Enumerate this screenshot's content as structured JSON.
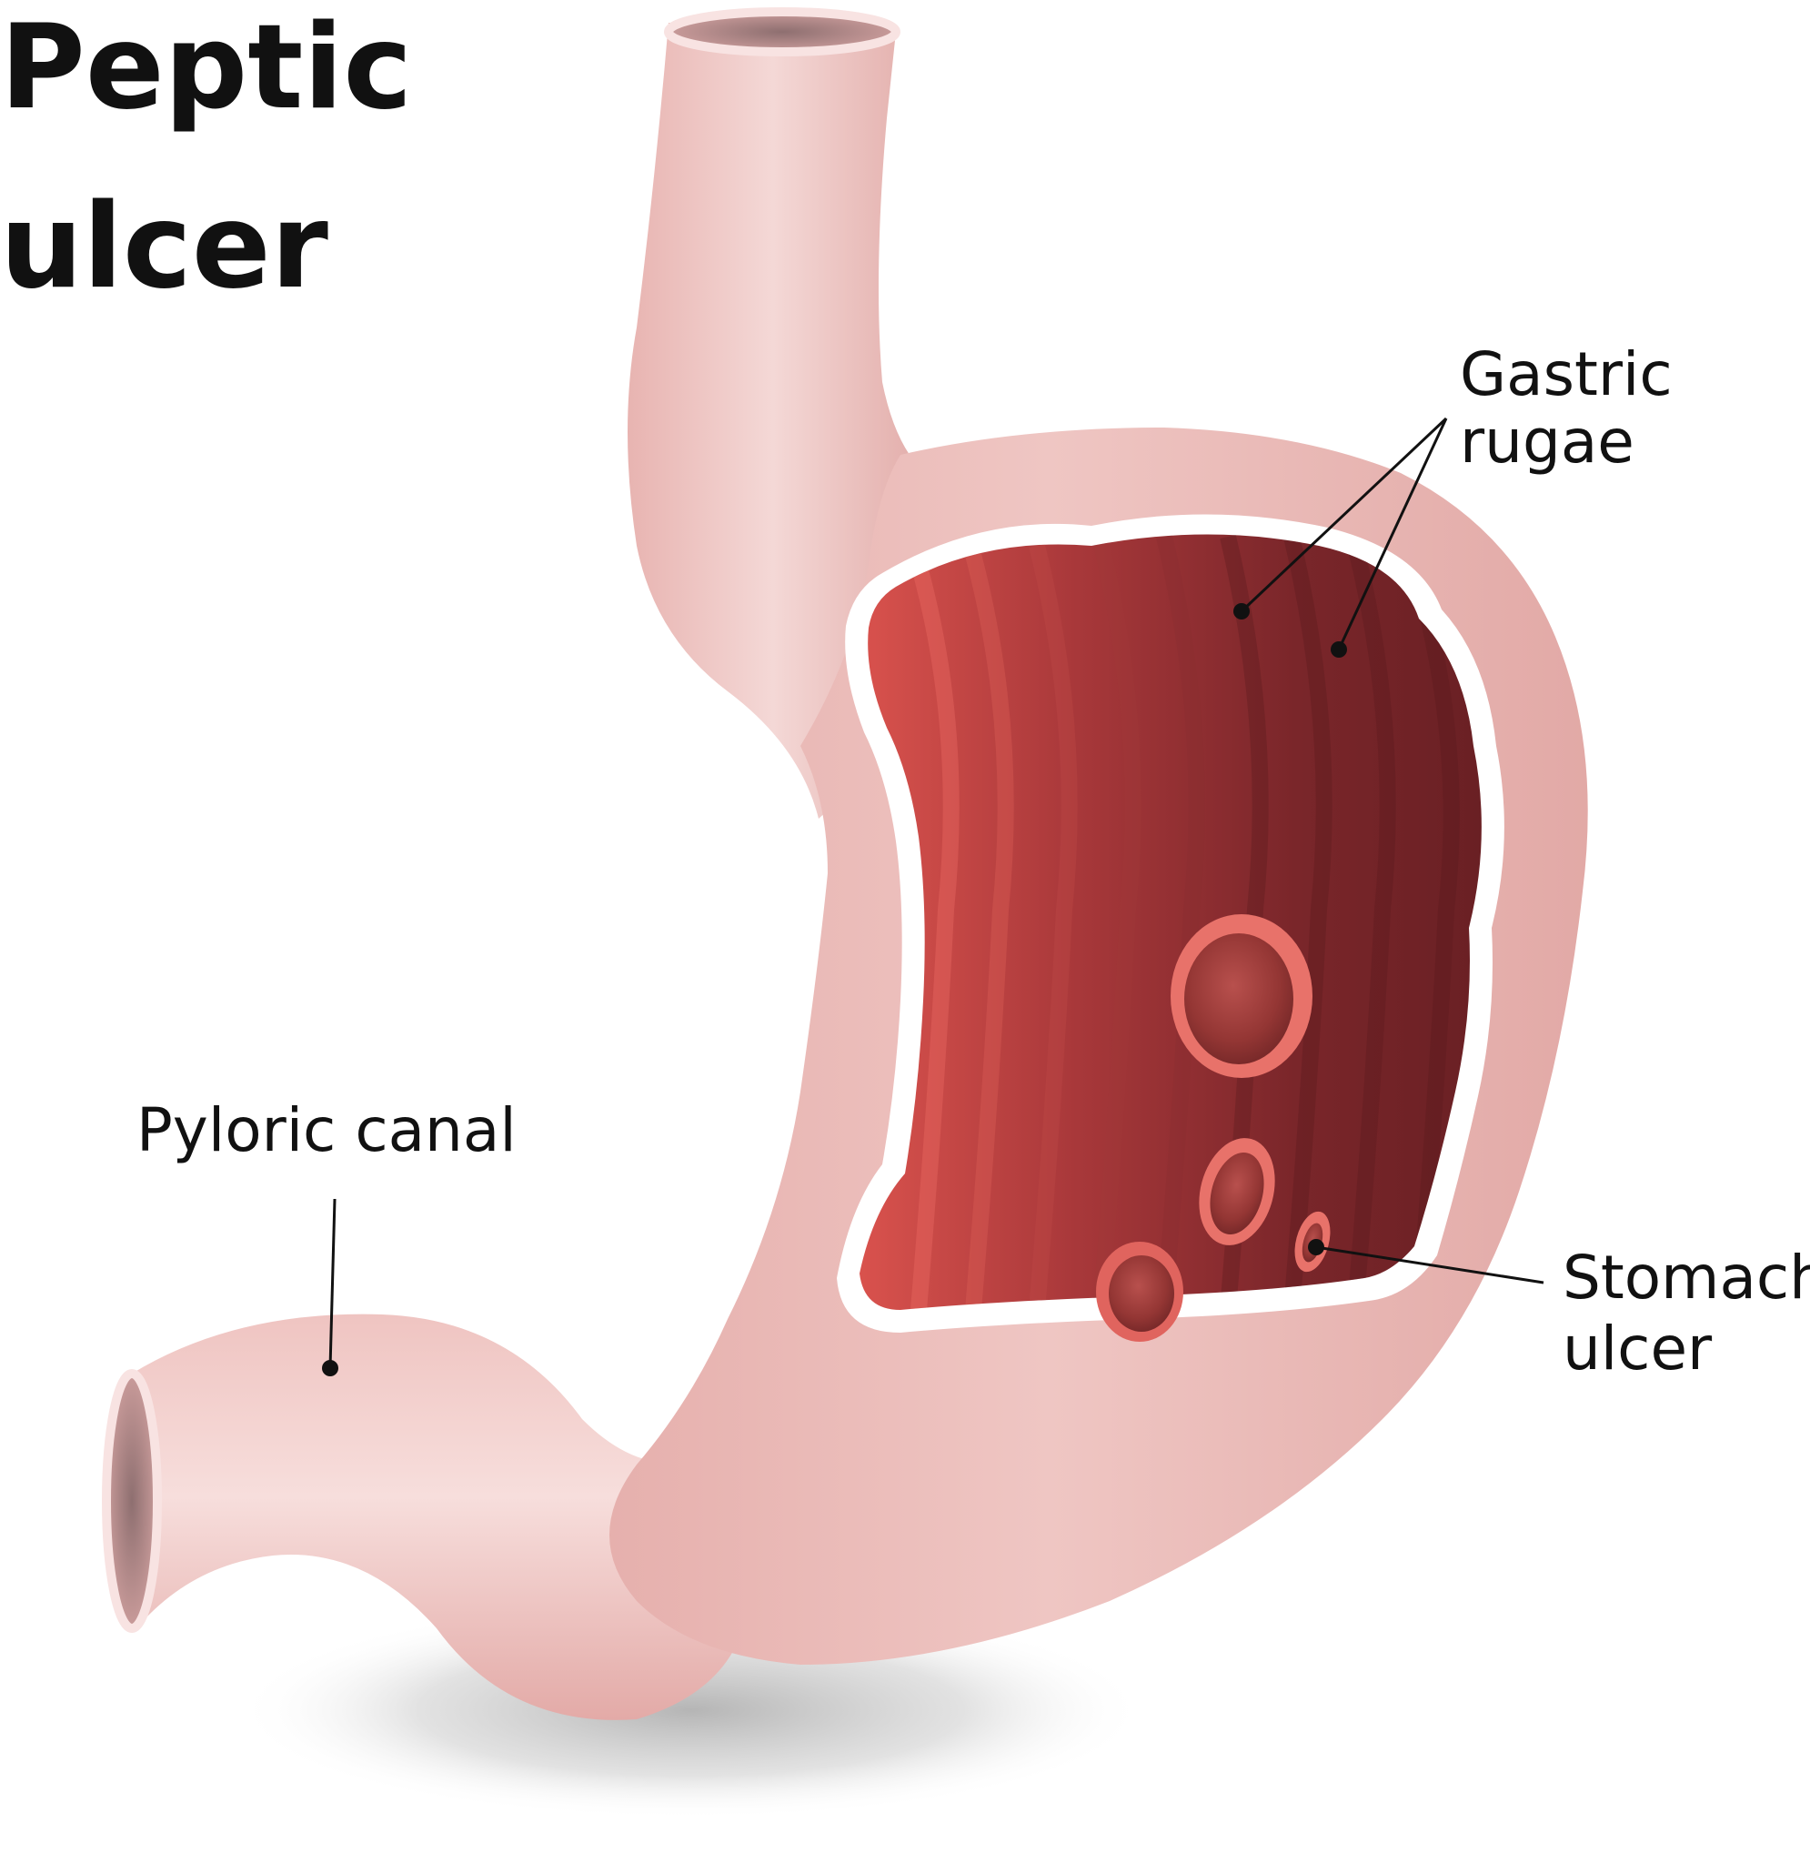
{
  "title": {
    "line1": "Peptic",
    "line2": "ulcer"
  },
  "labels": {
    "gastric_rugae": {
      "line1": "Gastric",
      "line2": "rugae"
    },
    "pyloric_canal": {
      "line1": "Pyloric canal"
    },
    "stomach_ulcer": {
      "line1": "Stomach",
      "line2": "ulcer"
    }
  },
  "colors": {
    "stomach_wall": "#e9b8b5",
    "stomach_highlight": "#f6dcdb",
    "mucosa_light": "#d7504c",
    "mucosa_dark": "#6b2125",
    "ulcer_rim": "#e8726a",
    "ulcer_center": "#9a3a38",
    "text": "#111111"
  }
}
